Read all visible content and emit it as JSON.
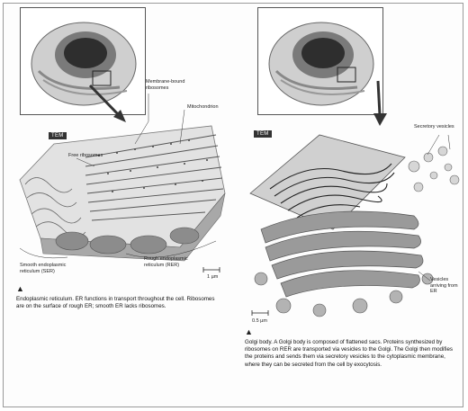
{
  "left": {
    "tem_label": "TEM",
    "labels": {
      "free_ribosomes": "Free ribosomes",
      "membrane_bound_ribosomes": "Membrane-bound ribosomes",
      "mitochondrion": "Mitochondrion",
      "smooth_er": "Smooth endoplasmic reticulum (SER)",
      "rough_er": "Rough endoplasmic reticulum (RER)",
      "scale": "1 µm"
    },
    "caption": "Endoplasmic reticulum. ER functions in transport throughout the cell. Ribosomes are on the surface of rough ER; smooth ER lacks ribosomes."
  },
  "right": {
    "tem_label": "TEM",
    "labels": {
      "secretory_vesicles": "Secretory vesicles",
      "vesicles_arriving": "Vesicles arriving from ER",
      "scale": "0.5 µm"
    },
    "caption": "Golgi body. A Golgi body is composed of flattened sacs. Proteins synthesized by ribosomes on RER are transported via vesicles to the Golgi. The Golgi then modifies the proteins and sends them via secretory vesicles to the cytoplasmic membrane, where they can be secreted from the cell by exocytosis."
  }
}
